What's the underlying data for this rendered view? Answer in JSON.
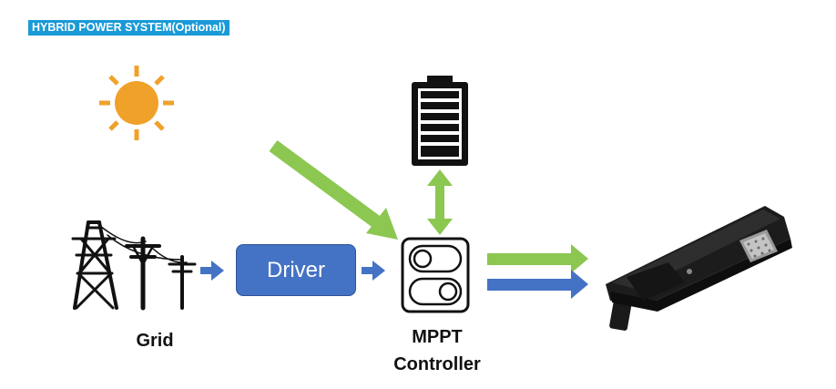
{
  "header": {
    "title": "HYBRID POWER SYSTEM(Optional)"
  },
  "nodes": {
    "grid": {
      "label": "Grid"
    },
    "driver": {
      "label": "Driver"
    },
    "controller": {
      "label_line1": "MPPT",
      "label_line2": "Controller"
    }
  },
  "icons": {
    "sun": "sun-icon",
    "battery": "battery-icon",
    "grid_towers": "power-tower-icon",
    "controller": "switch-controller-icon",
    "street_light": "solar-street-light-icon"
  },
  "colors": {
    "title_bg": "#1a9ad6",
    "sun": "#f0a12a",
    "green_arrow": "#8cc751",
    "blue_arrow": "#4472c4",
    "driver_box": "#4472c4"
  }
}
